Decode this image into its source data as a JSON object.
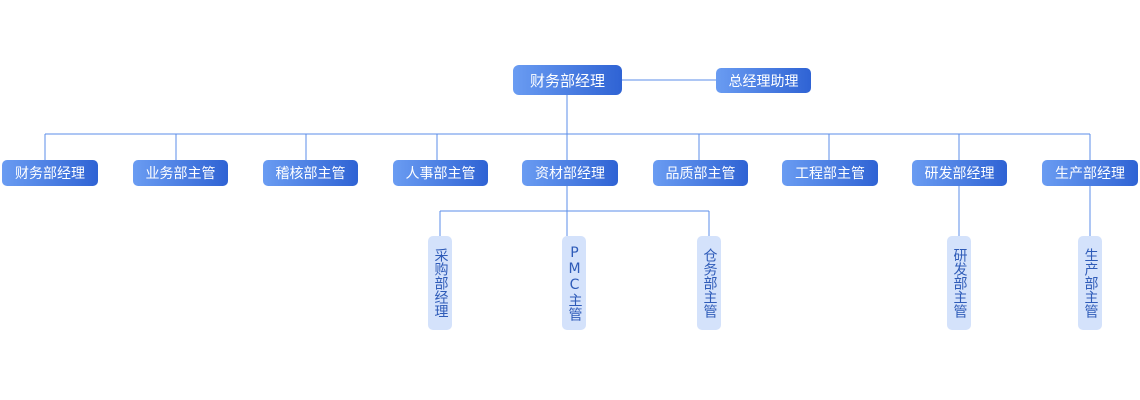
{
  "org": {
    "root": "财务部经理",
    "assistant": "总经理助理",
    "departments": [
      "财务部经理",
      "业务部主管",
      "稽核部主管",
      "人事部主管",
      "资材部经理",
      "品质部主管",
      "工程部主管",
      "研发部经理",
      "生产部经理"
    ],
    "materials_children": [
      "采购部经理",
      "PMC主管",
      "仓务部主管"
    ],
    "rnd_child": "研发部主管",
    "production_child": "生产部主管"
  },
  "colors": {
    "line": "#5b8de8",
    "node_start": "#6a9cf2",
    "node_end": "#2f63d4",
    "sub_bg": "#d4e2fb",
    "sub_text": "#2e5bb8"
  }
}
